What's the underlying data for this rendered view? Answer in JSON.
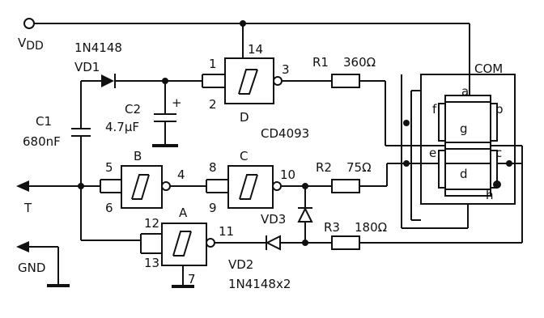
{
  "labels": {
    "vdd": "V",
    "vdd_sub": "DD",
    "vd1_type": "1N4148",
    "vd1": "VD1",
    "c1": "C1",
    "c1_value": "680nF",
    "c2": "C2",
    "c2_value": "4.7μF",
    "c2_plus": "+",
    "t": "T",
    "gnd": "GND",
    "r1": "R1",
    "r1_value": "360Ω",
    "r2": "R2",
    "r2_value": "75Ω",
    "r3": "R3",
    "r3_value": "180Ω",
    "ic": "CD4093",
    "vd2": "VD2",
    "vd2_type": "1N4148x2",
    "vd3": "VD3",
    "com": "COM"
  },
  "gates": {
    "a": {
      "name": "A",
      "in1": "12",
      "in2": "13",
      "out": "11",
      "gnd": "7"
    },
    "b": {
      "name": "B",
      "in1": "5",
      "in2": "6",
      "out": "4"
    },
    "c": {
      "name": "C",
      "in1": "8",
      "in2": "9",
      "out": "10"
    },
    "d": {
      "name": "D",
      "in1": "1",
      "in2": "2",
      "out": "3",
      "vdd": "14"
    }
  },
  "segments": [
    "a",
    "b",
    "c",
    "d",
    "e",
    "f",
    "g",
    "h"
  ]
}
